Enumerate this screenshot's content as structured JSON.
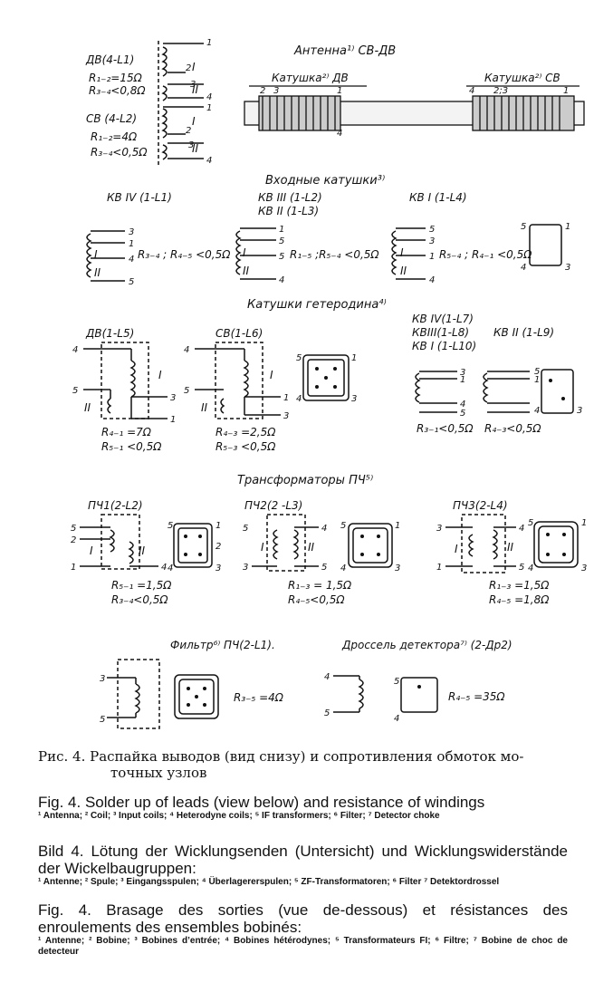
{
  "antenna": {
    "title": "Антенна¹⁾ СВ-ДВ",
    "dv_label": "ДВ(4-L1)",
    "dv_r12": "R₁₋₂=15Ω",
    "dv_r34": "R₃₋₄<0,8Ω",
    "sv_label": "СВ (4-L2)",
    "sv_r12": "R₁₋₂=4Ω",
    "sv_r34": "R₃₋₄<0,5Ω",
    "coil_dv": "Катушка²⁾ ДВ",
    "coil_sv": "Катушка²⁾ СВ"
  },
  "input_coils": {
    "title": "Входные катушки³⁾",
    "kv4": "КВ IV (1-L1)",
    "kv3": "КВ III (1-L2)",
    "kv2": "КВ II (1-L3)",
    "kv1": "КВ I (1-L4)",
    "r_kv4": "R₃₋₄ ; R₄₋₅ <0,5Ω",
    "r_kv3": "R₁₋₅ ;R₅₋₄ <0,5Ω",
    "r_kv1": "R₅₋₄ ; R₄₋₁ <0,5Ω"
  },
  "heterodyne": {
    "title": "Катушки гетеродина⁴⁾",
    "dv": "ДВ(1-L5)",
    "sv": "СВ(1-L6)",
    "dv_r1": "R₄₋₁ =7Ω",
    "dv_r2": "R₅₋₁ <0,5Ω",
    "sv_r1": "R₄₋₃ =2,5Ω",
    "sv_r2": "R₅₋₃ <0,5Ω",
    "kv_a1": "КВ IV(1-L7)",
    "kv_a2": "КВIII(1-L8)",
    "kv_a3": "КВ I (1-L10)",
    "kv_b": "КВ II (1-L9)",
    "r_a": "R₃₋₁<0,5Ω",
    "r_b": "R₄₋₃<0,5Ω"
  },
  "if_transformers": {
    "title": "Трансформаторы ПЧ⁵⁾",
    "pch1": "ПЧ1(2-L2)",
    "pch2": "ПЧ2(2 -L3)",
    "pch3": "ПЧ3(2-L4)",
    "pch1_r1": "R₅₋₁ =1,5Ω",
    "pch1_r2": "R₃₋₄<0,5Ω",
    "pch2_r1": "R₁₋₃ = 1,5Ω",
    "pch2_r2": "R₄₋₅<0,5Ω",
    "pch3_r1": "R₁₋₃ =1,5Ω",
    "pch3_r2": "R₄₋₅ =1,8Ω"
  },
  "filter": {
    "title": "Фильтр⁶⁾ ПЧ(2-L1).",
    "r": "R₃₋₅ =4Ω"
  },
  "choke": {
    "title": "Дроссель детектора⁷⁾ (2-Др2)",
    "r": "R₄₋₅ =35Ω"
  },
  "captions": {
    "ru_1": "Рис. 4. Распайка выводов (вид снизу) и сопротивления обмоток мо-",
    "ru_2": "точных узлов",
    "en_main": "Fig. 4. Solder up of leads (view below) and resistance of windings",
    "en_notes": "¹ Antenna; ² Coil; ³ Input coils; ⁴ Heterodyne coils; ⁵ IF transformers; ⁶ Filter; ⁷ Detector choke",
    "de_main": "Bild 4. Lötung der Wicklungsenden (Untersicht) und Wicklungswiderstände der Wickelbaugruppen:",
    "de_notes": "¹ Antenne; ² Spule; ³ Eingangsspulen; ⁴ Überlagererspulen; ⁵ ZF-Transformatoren; ⁶ Filter ⁷ Detektordrossel",
    "fr_main": "Fig. 4. Brasage des sorties (vue de-dessous) et résistances des enroulements des ensembles bobinés:",
    "fr_notes": "¹ Antenne; ² Bobine; ³ Bobines d’entrée; ⁴ Bobines hétérodynes; ⁵ Transformateurs FI; ⁶ Filtre; ⁷ Bobine de choc de detecteur"
  }
}
